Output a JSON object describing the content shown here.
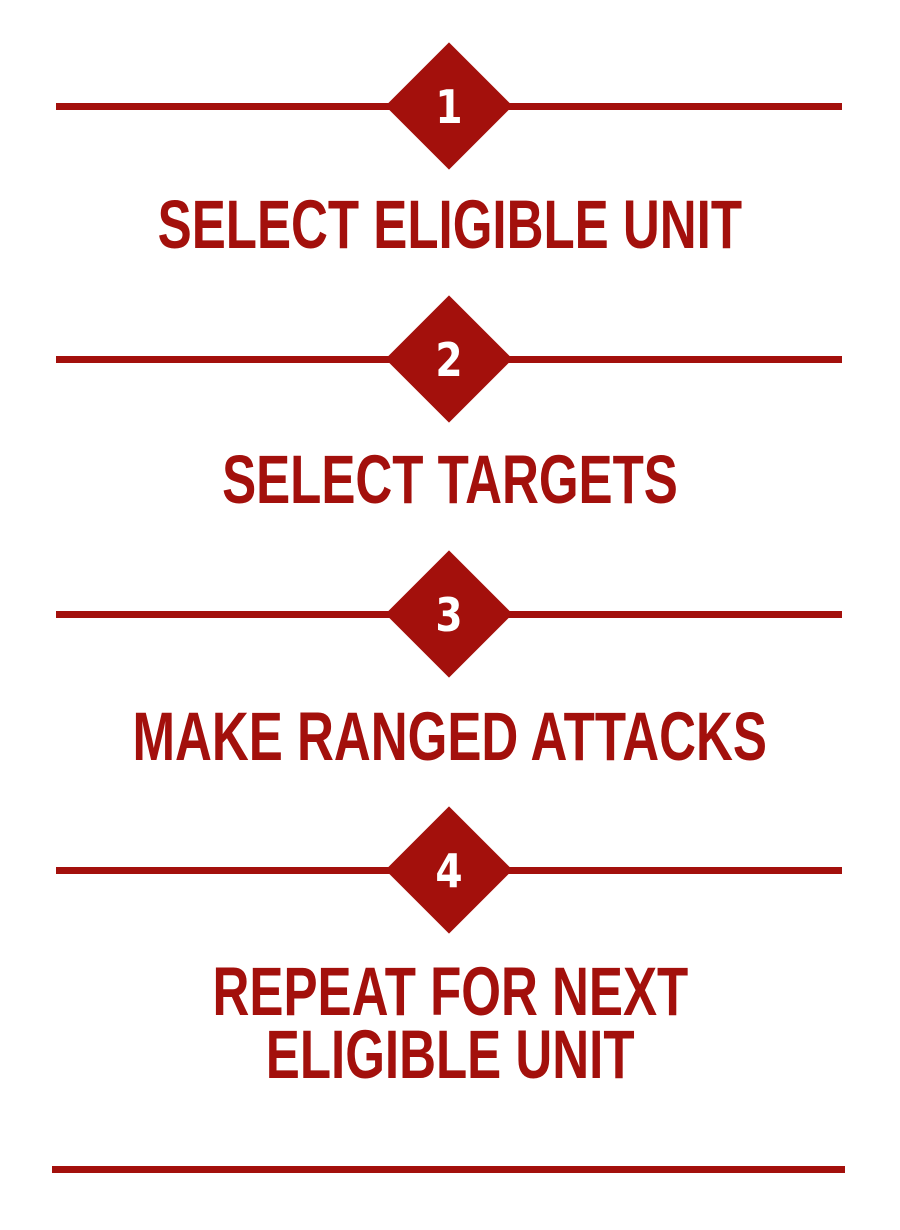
{
  "colors": {
    "accent": "#a3100c",
    "text_on_accent": "#ffffff",
    "background": "#ffffff"
  },
  "steps": [
    {
      "number": "1",
      "label_lines": [
        "SELECT ELIGIBLE UNIT"
      ]
    },
    {
      "number": "2",
      "label_lines": [
        "SELECT TARGETS"
      ]
    },
    {
      "number": "3",
      "label_lines": [
        "MAKE RANGED ATTACKS"
      ]
    },
    {
      "number": "4",
      "label_lines": [
        "REPEAT FOR NEXT",
        "ELIGIBLE UNIT"
      ]
    }
  ]
}
